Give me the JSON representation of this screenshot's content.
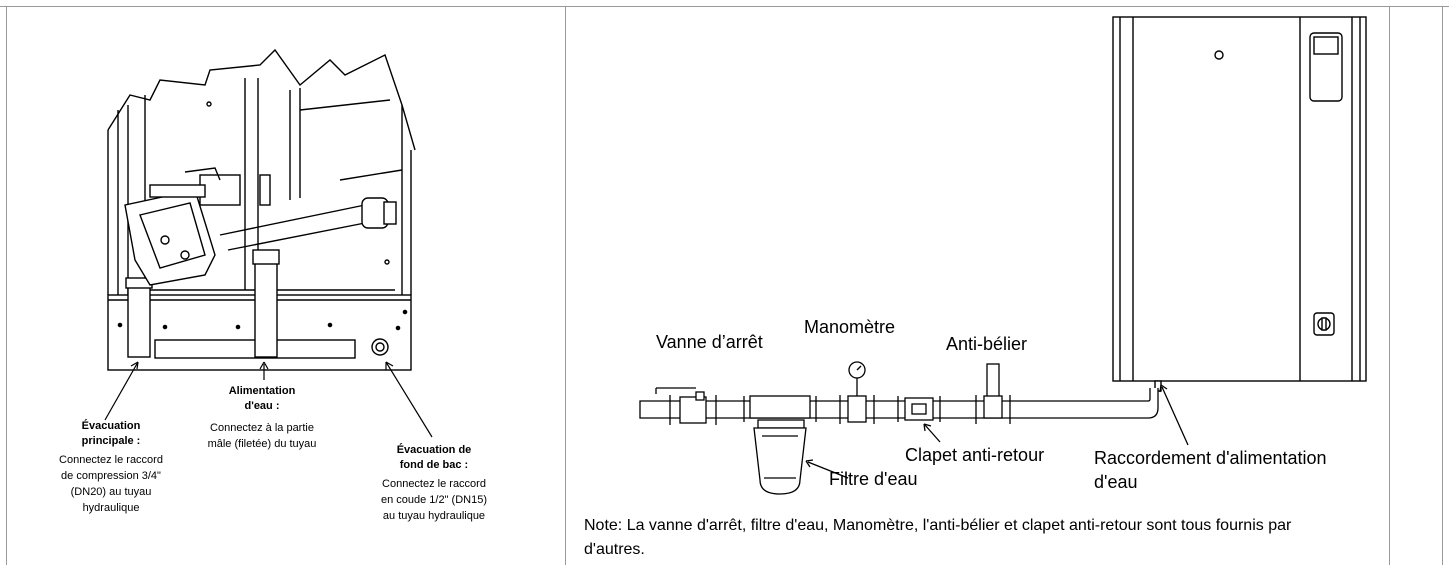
{
  "left_panel": {
    "main_drain": {
      "title": "Évacuation principale :",
      "desc": "Connectez le raccord de compression 3/4\" (DN20) au tuyau hydraulique"
    },
    "water_supply": {
      "title": "Alimentation d'eau :",
      "desc": "Connectez à la partie mâle (filetée) du tuyau"
    },
    "pan_drain": {
      "title": "Évacuation de fond de bac :",
      "desc": "Connectez le raccord en coude 1/2\" (DN15) au tuyau hydraulique"
    }
  },
  "right_panel": {
    "shutoff_valve": "Vanne d’arrêt",
    "pressure_gauge": "Manomètre",
    "water_hammer": "Anti-bélier",
    "check_valve": "Clapet anti-retour",
    "water_filter": "Filtre d'eau",
    "supply_connection_line1": "Raccordement d'alimentation",
    "supply_connection_line2": "d'eau",
    "note": "Note: La vanne d'arrêt, filtre d'eau, Manomètre, l'anti-bélier et clapet anti-retour sont tous fournis par d'autres."
  },
  "colors": {
    "line": "#000000",
    "frame_gray": "#a0a0a0",
    "fill_light": "#ffffff"
  }
}
